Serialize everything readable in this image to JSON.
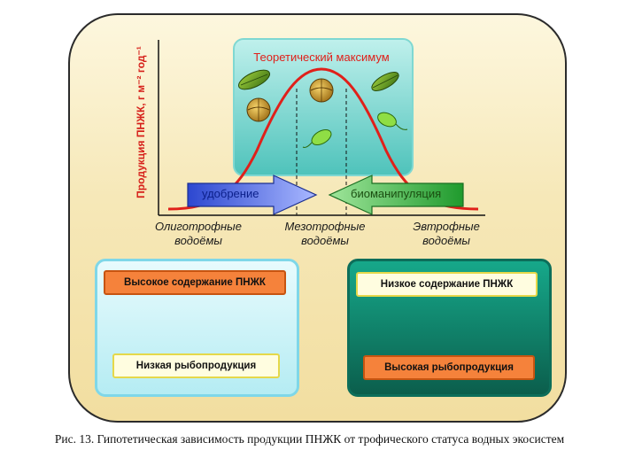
{
  "figure": {
    "theoretical_max_label": "Теоретический максимум",
    "y_axis_label": "Продукция ПНЖК, г м⁻² год⁻¹",
    "categories": [
      {
        "line1": "Олиготрофные",
        "line2": "водоёмы"
      },
      {
        "line1": "Мезотрофные",
        "line2": "водоёмы"
      },
      {
        "line1": "Эвтрофные",
        "line2": "водоёмы"
      }
    ],
    "arrows": {
      "fertilization": "удобрение",
      "biomanipulation": "биоманипуляция"
    },
    "left_panel": {
      "top_label": "Высокое содержание ПНЖК",
      "bottom_label": "Низкая рыбопродукция"
    },
    "right_panel": {
      "top_label": "Низкое содержание ПНЖК",
      "bottom_label": "Высокая рыбопродукция"
    },
    "caption": "Рис. 13. Гипотетическая зависимость продукции ПНЖК от трофического статуса водных экосистем"
  },
  "colors": {
    "curve": "#e0201a",
    "arrow_blue": "#3a54d8",
    "arrow_green": "#27a536"
  }
}
